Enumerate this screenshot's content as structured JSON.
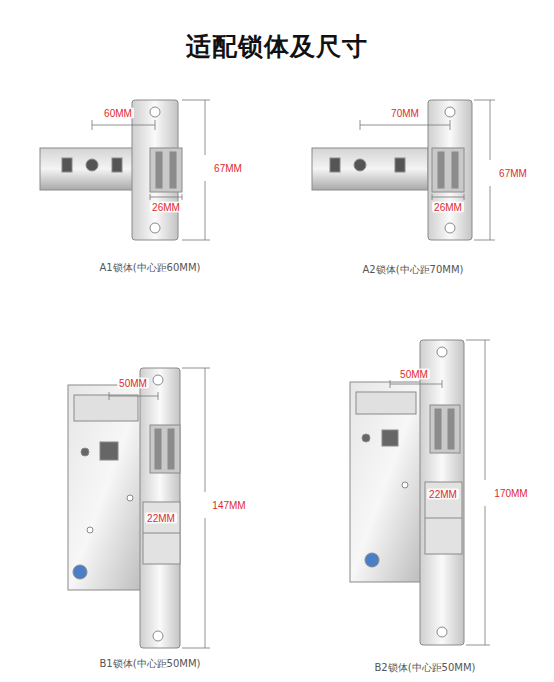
{
  "diagram": {
    "title": "适配锁体及尺寸",
    "labels": [
      "60MM",
      "67MM",
      "26MM",
      "A1锁体(中心距60MM)",
      "70MM",
      "67MM",
      "26MM",
      "A2锁体(中心距70MM)",
      "50MM",
      "147MM",
      "22MM",
      "B1锁体(中心距50MM)",
      "50MM",
      "22MM",
      "170MM",
      "B2锁体(中心距50MM)"
    ]
  }
}
